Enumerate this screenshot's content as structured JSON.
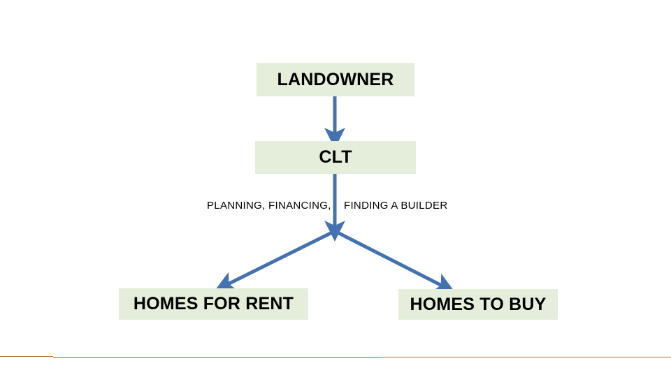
{
  "slide": {
    "title": "Community Land Trust housing flow diagram",
    "background_color": "#ffffff",
    "box_fill_color": "#e4eedb",
    "arrow_color": "#4472b0",
    "rule_color": "#b5651d",
    "text_color": "#000000"
  },
  "nodes": {
    "landowner": {
      "label": "LANDOWNER"
    },
    "clt": {
      "label": "CLT"
    },
    "homes_for_rent": {
      "label": "HOMES FOR RENT"
    },
    "homes_to_buy": {
      "label": "HOMES TO BUY"
    }
  },
  "captions": {
    "left": "PLANNING, FINANCING,",
    "right": "FINDING A BUILDER"
  },
  "icons": {
    "arrow_down": "arrow-down-icon",
    "arrow_down_left": "arrow-down-left-icon",
    "arrow_down_right": "arrow-down-right-icon"
  }
}
